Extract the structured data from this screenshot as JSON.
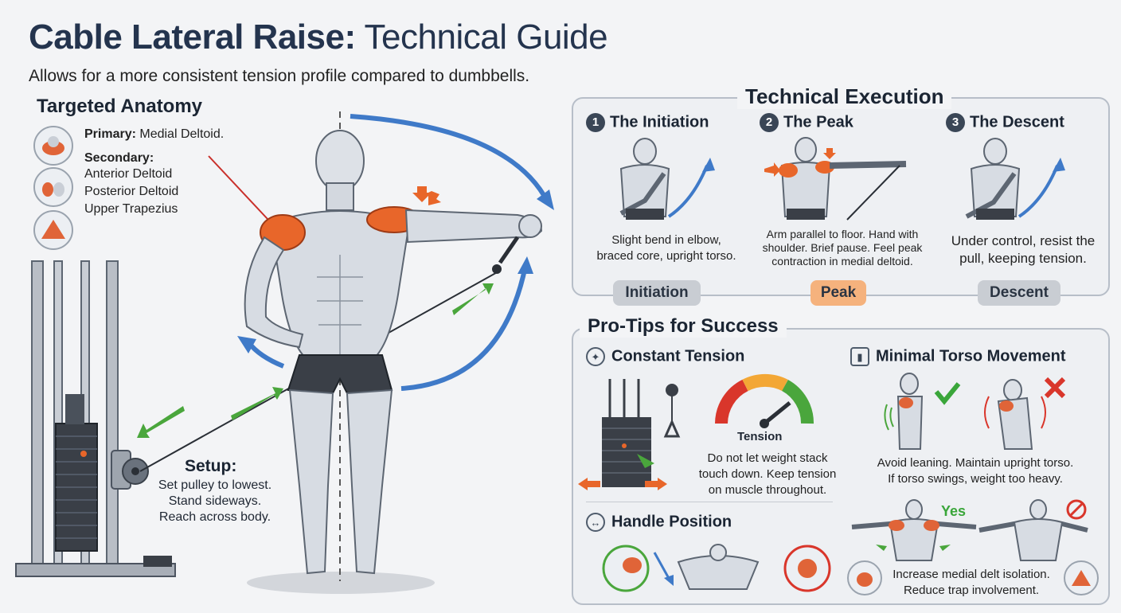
{
  "header": {
    "title_bold": "Cable Lateral Raise:",
    "title_light": " Technical Guide",
    "subtitle": "Allows for a more consistent tension profile compared to dumbbells."
  },
  "anatomy": {
    "heading": "Targeted Anatomy",
    "primary_label": "Primary:",
    "primary_value": " Medial Deltoid.",
    "secondary_label": "Secondary:",
    "secondary_items": [
      "Anterior Deltoid",
      "Posterior Deltoid",
      "Upper Trapezius"
    ]
  },
  "setup": {
    "heading": "Setup:",
    "lines": [
      "Set pulley to lowest.",
      "Stand sideways.",
      "Reach across body."
    ]
  },
  "execution": {
    "title": "Technical Execution",
    "steps": [
      {
        "num": "1",
        "title": "The Initiation",
        "desc": [
          "Slight bend in elbow,",
          "braced core, upright torso."
        ],
        "pill": "Initiation"
      },
      {
        "num": "2",
        "title": "The Peak",
        "desc": [
          "Arm parallel to floor. Hand with",
          "shoulder. Brief pause. Feel peak",
          "contraction in medial deltoid."
        ],
        "pill": "Peak"
      },
      {
        "num": "3",
        "title": "The Descent",
        "desc": [
          "Under control, resist the",
          "pull, keeping tension."
        ],
        "pill": "Descent"
      }
    ]
  },
  "tips": {
    "title": "Pro-Tips for Success",
    "constant_tension": {
      "title": "Constant Tension",
      "gauge_label": "Tension",
      "desc": [
        "Do not let weight stack",
        "touch down. Keep tension",
        "on muscle throughout."
      ]
    },
    "torso": {
      "title": "Minimal Torso Movement",
      "desc": [
        "Avoid leaning. Maintain upright torso.",
        "If torso swings, weight too heavy."
      ]
    },
    "handle": {
      "title": "Handle Position",
      "yes_label": "Yes",
      "desc": [
        "Increase medial delt isolation.",
        "Reduce trap involvement."
      ]
    }
  },
  "colors": {
    "accent_orange": "#e8662a",
    "arrow_blue": "#3f7ac8",
    "arrow_green": "#4aa63c",
    "muscle_red": "#d9472b",
    "check_green": "#3aa63a",
    "cross_red": "#d9362b"
  }
}
